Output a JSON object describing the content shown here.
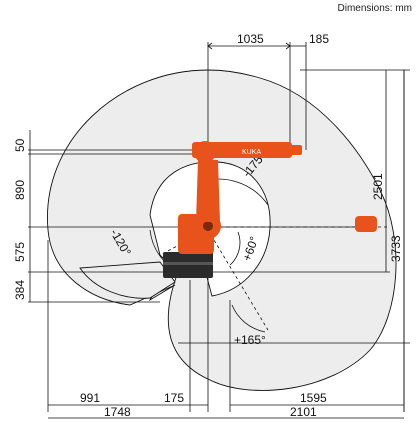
{
  "header": {
    "units_note": "Dimensions: mm"
  },
  "dimensions_top": {
    "reach_front": "1035",
    "reach_offset": "185"
  },
  "dimensions_left": {
    "d50": "50",
    "d890": "890",
    "d575": "575",
    "d384": "384"
  },
  "dimensions_right": {
    "d2501": "2501",
    "d3733": "3733"
  },
  "dimensions_bottom": {
    "d991": "991",
    "d175": "175",
    "d1595": "1595",
    "d1748": "1748",
    "d2101": "2101"
  },
  "angles": {
    "a_neg175": "-175°",
    "a_neg120": "-120°",
    "a_pos60": "+60°",
    "a_pos165": "+165°"
  },
  "robot": {
    "brand_label": "KUKA"
  },
  "colors": {
    "robot": "#e8531c",
    "envelope_fill": "#ececec",
    "line": "#111111"
  }
}
